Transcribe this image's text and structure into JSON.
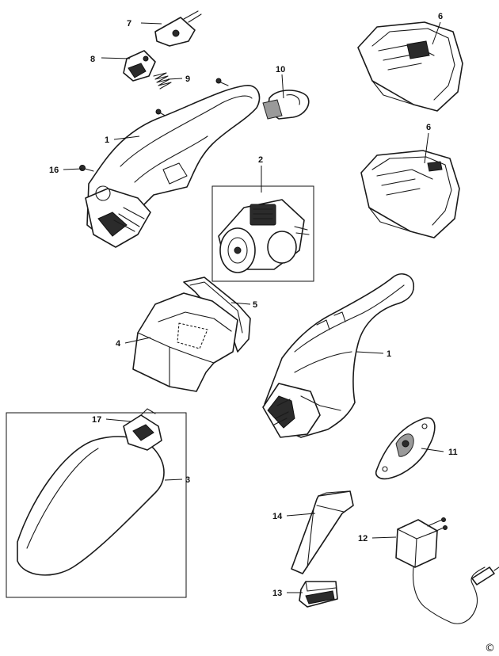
{
  "callouts": [
    {
      "id": "c7",
      "label": "7"
    },
    {
      "id": "c8",
      "label": "8"
    },
    {
      "id": "c9",
      "label": "9"
    },
    {
      "id": "c10",
      "label": "10"
    },
    {
      "id": "c1a",
      "label": "1"
    },
    {
      "id": "c16",
      "label": "16"
    },
    {
      "id": "c2",
      "label": "2"
    },
    {
      "id": "c6a",
      "label": "6"
    },
    {
      "id": "c6b",
      "label": "6"
    },
    {
      "id": "c5",
      "label": "5"
    },
    {
      "id": "c4",
      "label": "4"
    },
    {
      "id": "c1b",
      "label": "1"
    },
    {
      "id": "c17",
      "label": "17"
    },
    {
      "id": "c3",
      "label": "3"
    },
    {
      "id": "c11",
      "label": "11"
    },
    {
      "id": "c14",
      "label": "14"
    },
    {
      "id": "c12",
      "label": "12"
    },
    {
      "id": "c13",
      "label": "13"
    }
  ],
  "copyright": "©"
}
